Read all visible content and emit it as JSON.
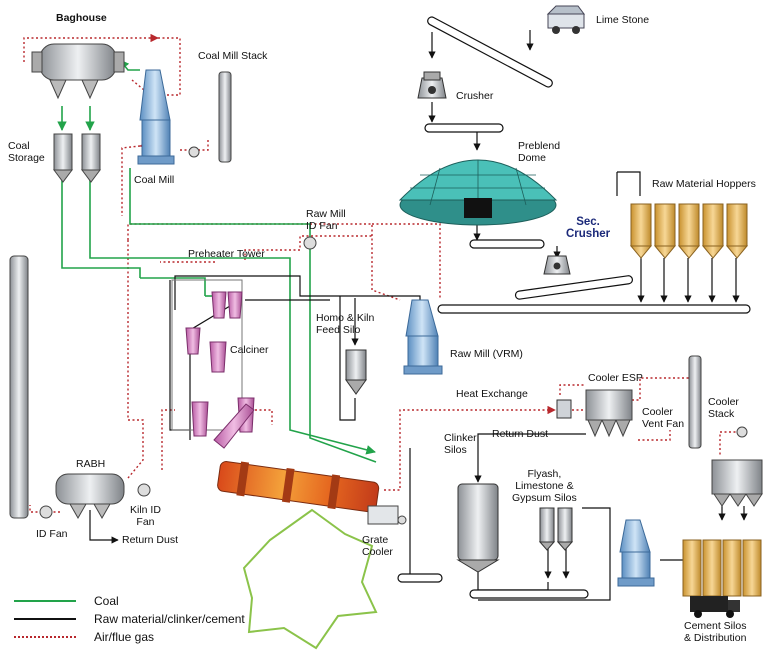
{
  "labels": {
    "baghouse": "Baghouse",
    "coal_mill_stack": "Coal Mill Stack",
    "coal_storage": "Coal\nStorage",
    "coal_mill": "Coal Mill",
    "lime_stone": "Lime Stone",
    "crusher": "Crusher",
    "preblend_dome": "Preblend\nDome",
    "raw_material_hoppers": "Raw Material Hoppers",
    "sec_crusher": "Sec.\nCrusher",
    "raw_mill_id_fan": "Raw Mill\nID Fan",
    "preheater_tower": "Preheater Tower",
    "homo_kiln_feed_silo": "Homo & Kiln\nFeed Silo",
    "raw_mill_vrm": "Raw Mill (VRM)",
    "calciner": "Calciner",
    "heat_exchange": "Heat Exchange",
    "cooler_esp": "Cooler ESP",
    "cooler_vent_fan": "Cooler\nVent Fan",
    "cooler_stack": "Cooler\nStack",
    "return_dust_top": "Return Dust",
    "clinker_silos": "Clinker\nSilos",
    "flyash_silos": "Flyash,\nLimestone &\nGypsum Silos",
    "rabh": "RABH",
    "kiln_id_fan": "Kiln ID\nFan",
    "id_fan": "ID Fan",
    "return_dust_bottom": "Return Dust",
    "grate_cooler": "Grate\nCooler",
    "cement_silos": "Cement Silos\n& Distribution"
  },
  "legend": [
    {
      "label": "Coal",
      "color": "#22a34a",
      "style": "solid"
    },
    {
      "label": "Raw material/clinker/cement",
      "color": "#111111",
      "style": "solid"
    },
    {
      "label": "Air/flue gas",
      "color": "#b8282d",
      "style": "dotted"
    }
  ],
  "colors": {
    "coal_line": "#22a34a",
    "material_line": "#111111",
    "gas_line": "#b8282d",
    "equipment_grey": "#c9ccd0",
    "mill_blue": "#9cc3e3",
    "dome_teal": "#3cb0aa",
    "hopper_gold": "#e5b764",
    "kiln_orange": "#e96a1c",
    "calciner_pink": "#d77fbf",
    "overlay_star": "#8bc34a"
  }
}
